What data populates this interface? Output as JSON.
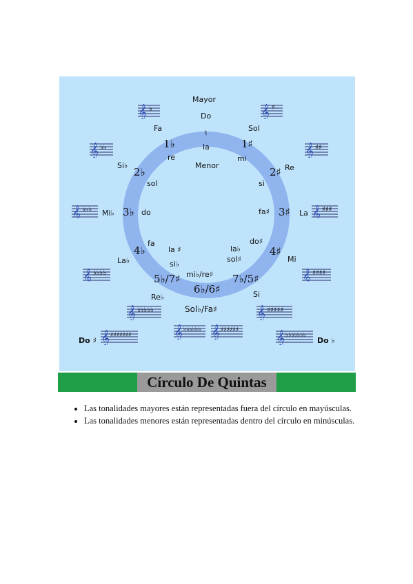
{
  "title": "Círculo De Quintas",
  "heading_outer": "Mayor",
  "heading_inner": "Menor",
  "major_keys": {
    "do": "Do",
    "sol": "Sol",
    "re": "Re",
    "la": "La",
    "mi": "Mi",
    "si": "Si",
    "solb_fa": "Sol♭/Fa♯",
    "reb": "Re♭",
    "lab": "La♭",
    "mib": "Mi♭",
    "sib": "Si♭",
    "fa": "Fa",
    "do_sharp": "Do ♯",
    "do_flat": "Do ♭"
  },
  "minor_keys": {
    "la": "la",
    "mi": "mi",
    "si": "si",
    "fa_sharp": "fa♯",
    "do_sharp": "do♯",
    "sol_sharp": "sol♯",
    "la_flat": "la♭",
    "re_sharp": "mi♭/re♯",
    "si_flat": "si♭",
    "la_sharp": "la ♯",
    "fa": "fa",
    "do": "do",
    "sol": "sol",
    "re": "re"
  },
  "signatures": {
    "top": "♮",
    "s1": "1♯",
    "s2": "2♯",
    "s3": "3♯",
    "s4": "4♯",
    "s5": "7♭/5♯",
    "s6": "6♭/6♯",
    "s7": "5♭/7♯",
    "f4": "4♭",
    "f3": "3♭",
    "f2": "2♭",
    "f1": "1♭"
  },
  "notes": [
    "Las tonalidades mayores están representadas fuera del círculo en mayúsculas.",
    "Las tonalidades menores están representadas dentro del círculo en minúsculas."
  ],
  "colors": {
    "background": "#bfe3fb",
    "ring": "#8fb8f2",
    "banner": "#1f9e47",
    "title_box": "#9a9a9a"
  }
}
